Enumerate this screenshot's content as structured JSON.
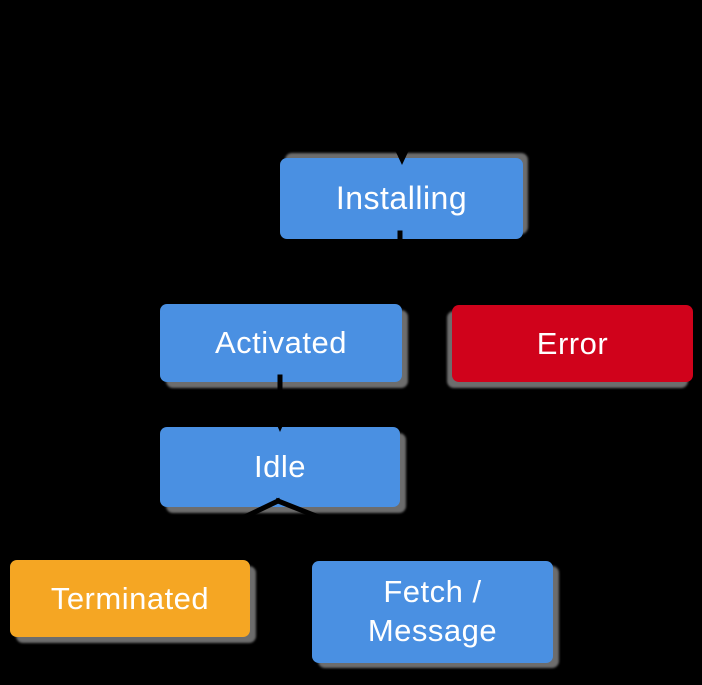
{
  "page": {
    "background": "#000000"
  },
  "diagram": {
    "text_color": "#ffffff",
    "shadow_color": "#808080",
    "arrow_color": "#000000",
    "nodes": [
      {
        "id": "installing",
        "label": "Installing",
        "color": "#4a90e2"
      },
      {
        "id": "activated",
        "label": "Activated",
        "color": "#4a90e2"
      },
      {
        "id": "error",
        "label": "Error",
        "color": "#d0021b"
      },
      {
        "id": "idle",
        "label": "Idle",
        "color": "#4a90e2"
      },
      {
        "id": "terminated",
        "label": "Terminated",
        "color": "#f5a623"
      },
      {
        "id": "fetch_message",
        "label": "Fetch / Message",
        "color": "#4a90e2"
      }
    ],
    "edges": [
      {
        "from": "start",
        "to": "installing"
      },
      {
        "from": "installing",
        "to": "activated"
      },
      {
        "from": "installing",
        "to": "error"
      },
      {
        "from": "activated",
        "to": "idle"
      },
      {
        "from": "idle",
        "to": "terminated"
      },
      {
        "from": "idle",
        "to": "fetch_message"
      }
    ]
  }
}
